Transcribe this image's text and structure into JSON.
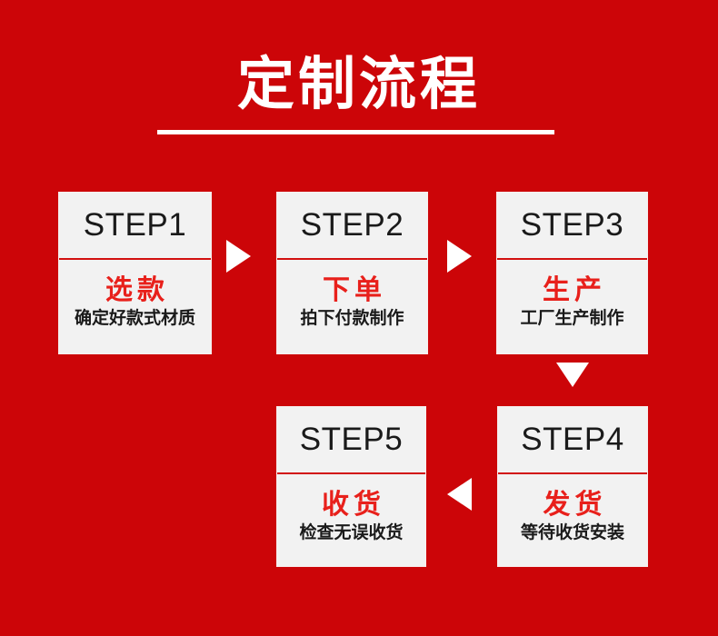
{
  "page": {
    "background_color": "#cc0508",
    "box_background_color": "#f2f2f2",
    "accent_color": "#e8201b",
    "divider_color": "#d2100f",
    "text_color": "#1a1a1a",
    "title_color": "#ffffff"
  },
  "header": {
    "title": "定制流程"
  },
  "flow": {
    "steps": [
      {
        "head": "STEP1",
        "title": "选款",
        "desc": "确定好款式材质"
      },
      {
        "head": "STEP2",
        "title": "下单",
        "desc": "拍下付款制作"
      },
      {
        "head": "STEP3",
        "title": "生产",
        "desc": "工厂生产制作"
      },
      {
        "head": "STEP4",
        "title": "发货",
        "desc": "等待收货安装"
      },
      {
        "head": "STEP5",
        "title": "收货",
        "desc": "检查无误收货"
      }
    ],
    "connectors": [
      {
        "icon": "arrow-right-icon",
        "from": "STEP1",
        "to": "STEP2"
      },
      {
        "icon": "arrow-right-icon",
        "from": "STEP2",
        "to": "STEP3"
      },
      {
        "icon": "arrow-down-icon",
        "from": "STEP3",
        "to": "STEP4"
      },
      {
        "icon": "arrow-left-icon",
        "from": "STEP4",
        "to": "STEP5"
      }
    ]
  }
}
